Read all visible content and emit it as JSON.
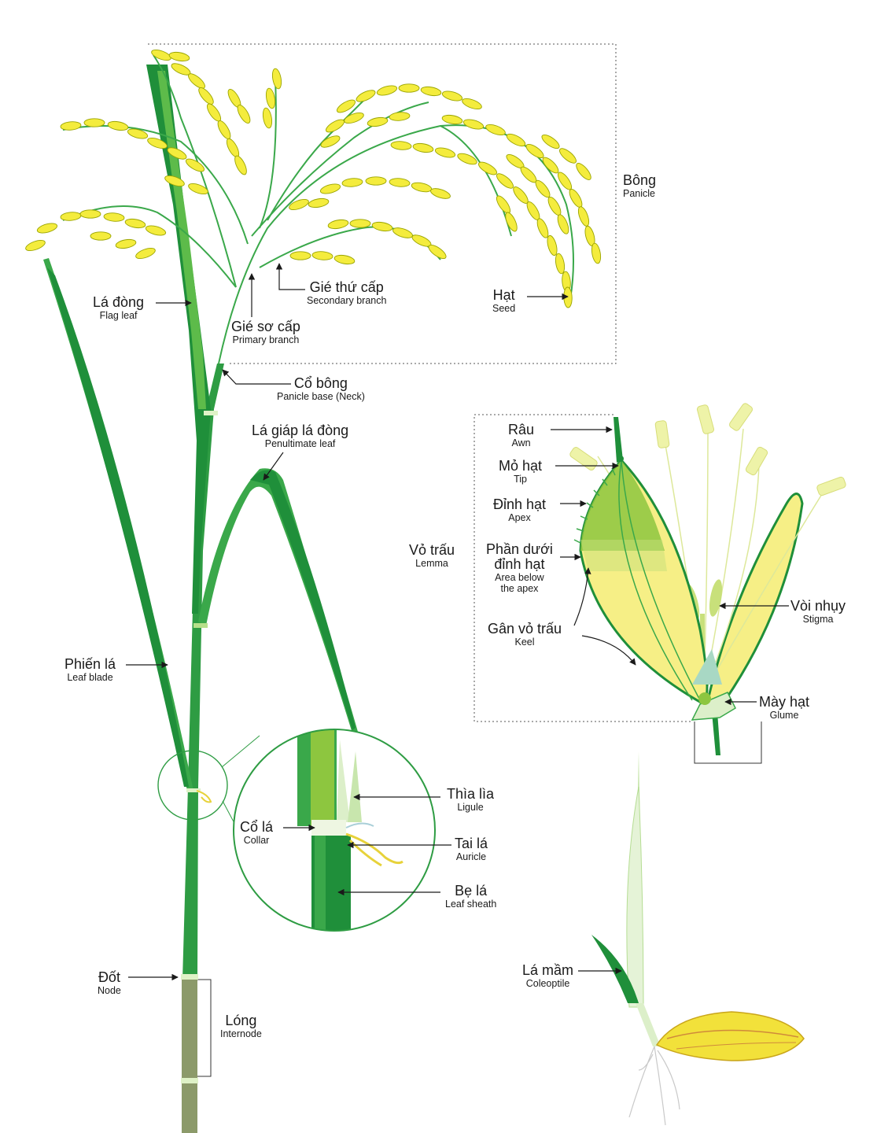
{
  "colors": {
    "leaf_dark": "#1f8f3a",
    "leaf_mid": "#3aa84a",
    "leaf_light": "#8dc63f",
    "grain_yellow": "#f4ec3d",
    "grain_outline": "#9aa400",
    "lemma_yellow": "#f6ef86",
    "internode": "#8c9a6a",
    "arrow": "#1a1a1a"
  },
  "labels": {
    "panicle": {
      "vi": "Bông",
      "en": "Panicle"
    },
    "seed": {
      "vi": "Hạt",
      "en": "Seed"
    },
    "secondary_branch": {
      "vi": "Gié thứ cấp",
      "en": "Secondary branch"
    },
    "primary_branch": {
      "vi": "Gié sơ cấp",
      "en": "Primary branch"
    },
    "flag_leaf": {
      "vi": "Lá đòng",
      "en": "Flag leaf"
    },
    "panicle_base": {
      "vi": "Cổ bông",
      "en": "Panicle base (Neck)"
    },
    "penultimate_leaf": {
      "vi": "Lá giáp lá đòng",
      "en": "Penultimate leaf"
    },
    "leaf_blade": {
      "vi": "Phiến lá",
      "en": "Leaf blade"
    },
    "ligule": {
      "vi": "Thìa lìa",
      "en": "Ligule"
    },
    "collar": {
      "vi": "Cổ lá",
      "en": "Collar"
    },
    "auricle": {
      "vi": "Tai lá",
      "en": "Auricle"
    },
    "leaf_sheath": {
      "vi": "Bẹ lá",
      "en": "Leaf sheath"
    },
    "node": {
      "vi": "Đốt",
      "en": "Node"
    },
    "internode": {
      "vi": "Lóng",
      "en": "Internode"
    },
    "awn": {
      "vi": "Râu",
      "en": "Awn"
    },
    "tip": {
      "vi": "Mỏ hạt",
      "en": "Tip"
    },
    "apex": {
      "vi": "Đỉnh hạt",
      "en": "Apex"
    },
    "lemma": {
      "vi": "Vỏ trấu",
      "en": "Lemma"
    },
    "below_apex": {
      "vi1": "Phần dưới",
      "vi2": "đỉnh hạt",
      "en1": "Area below",
      "en2": "the apex"
    },
    "keel": {
      "vi": "Gân vỏ trấu",
      "en": "Keel"
    },
    "stigma": {
      "vi": "Vòi nhụy",
      "en": "Stigma"
    },
    "glume": {
      "vi": "Mày hạt",
      "en": "Glume"
    },
    "coleoptile": {
      "vi": "Lá mầm",
      "en": "Coleoptile"
    }
  }
}
